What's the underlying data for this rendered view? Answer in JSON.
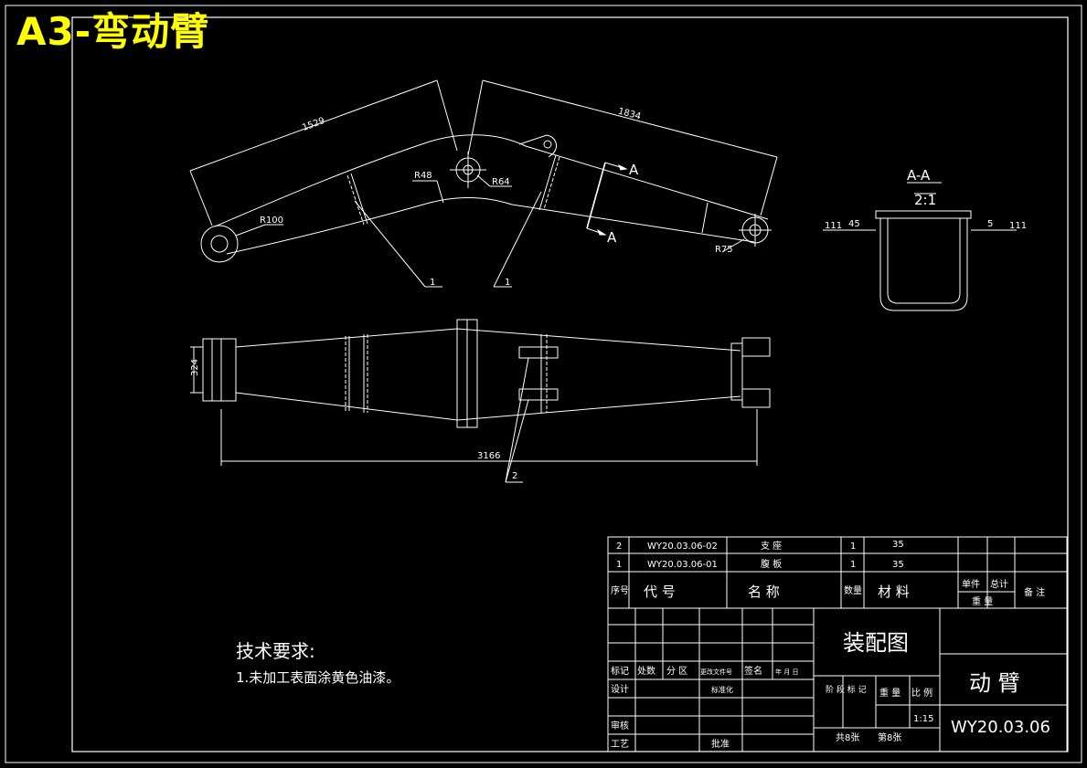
{
  "header": {
    "title": "A3-弯动臂"
  },
  "drawing": {
    "side_view": {
      "dims": [
        "1529",
        "1834",
        "R48",
        "R64",
        "R100",
        "R75"
      ],
      "callouts": [
        "1",
        "1"
      ],
      "section_marks": [
        "A",
        "A"
      ]
    },
    "section_view": {
      "title": "A-A",
      "scale": "2:1",
      "weld_left": [
        "111",
        "45"
      ],
      "weld_right": [
        "5",
        "111"
      ]
    },
    "top_view": {
      "dims": [
        "324",
        "3166"
      ],
      "callout": "2"
    }
  },
  "tech_requirements": {
    "title": "技术要求:",
    "items": [
      "1.未加工表面涂黄色油漆。"
    ]
  },
  "parts_list": {
    "rows": [
      {
        "no": "2",
        "code": "WY20.03.06-02",
        "name": "支 座",
        "qty": "1",
        "material": "35"
      },
      {
        "no": "1",
        "code": "WY20.03.06-01",
        "name": "腹 板",
        "qty": "1",
        "material": "35"
      }
    ],
    "header": {
      "no": "序号",
      "code": "代 号",
      "name": "名 称",
      "qty": "数量",
      "material": "材 料",
      "unit": "单件",
      "total": "总计",
      "weight": "重 量",
      "note": "备 注"
    }
  },
  "title_block": {
    "drawing_type": "装配图",
    "part_name": "动 臂",
    "drawing_no": "WY20.03.06",
    "scale": "1:15",
    "sheets_total": "共8张",
    "sheet_no": "第8张",
    "labels": {
      "mark": "标记",
      "count": "处数",
      "zone": "分 区",
      "change_doc": "更改文件号",
      "sign": "签名",
      "date": "年 月 日",
      "design": "设计",
      "standardize": "标准化",
      "review": "审核",
      "process": "工艺",
      "approve": "批准",
      "stage": "阶 段 标 记",
      "weight": "重 量",
      "scale": "比 例"
    }
  }
}
